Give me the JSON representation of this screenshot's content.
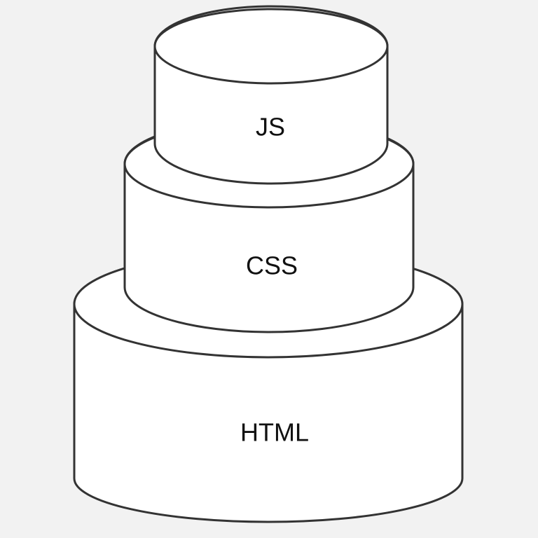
{
  "diagram": {
    "tiers": [
      {
        "label": "HTML"
      },
      {
        "label": "CSS"
      },
      {
        "label": "JS"
      }
    ]
  }
}
